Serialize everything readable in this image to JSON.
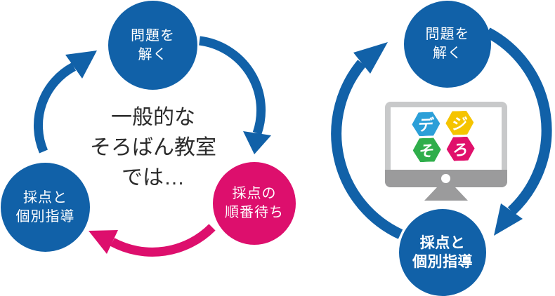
{
  "left": {
    "caption": {
      "line1": "一般的な",
      "line2": "そろばん教室",
      "line3": "では…"
    },
    "solve": {
      "line1": "問題を",
      "line2": "解く"
    },
    "wait": {
      "line1": "採点の",
      "line2": "順番待ち"
    },
    "grade": {
      "line1": "採点と",
      "line2": "個別指導"
    }
  },
  "right": {
    "solve": {
      "line1": "問題を",
      "line2": "解く"
    },
    "grade": {
      "line1": "採点と",
      "line2": "個別指導"
    },
    "logo": {
      "tile1": "デ",
      "tile2": "ジ",
      "tile3": "そ",
      "tile4": "ろ"
    }
  },
  "colors": {
    "blue": "#1161a8",
    "pink": "#dd0f6d",
    "caption_text": "#2b2b2b",
    "logo_blue": "#2b9fd8",
    "logo_yellow": "#f5c400",
    "logo_green": "#2fae4b",
    "logo_pink": "#e0106b",
    "monitor_frame": "#c8c9ca",
    "monitor_dark": "#9b9b9c"
  }
}
